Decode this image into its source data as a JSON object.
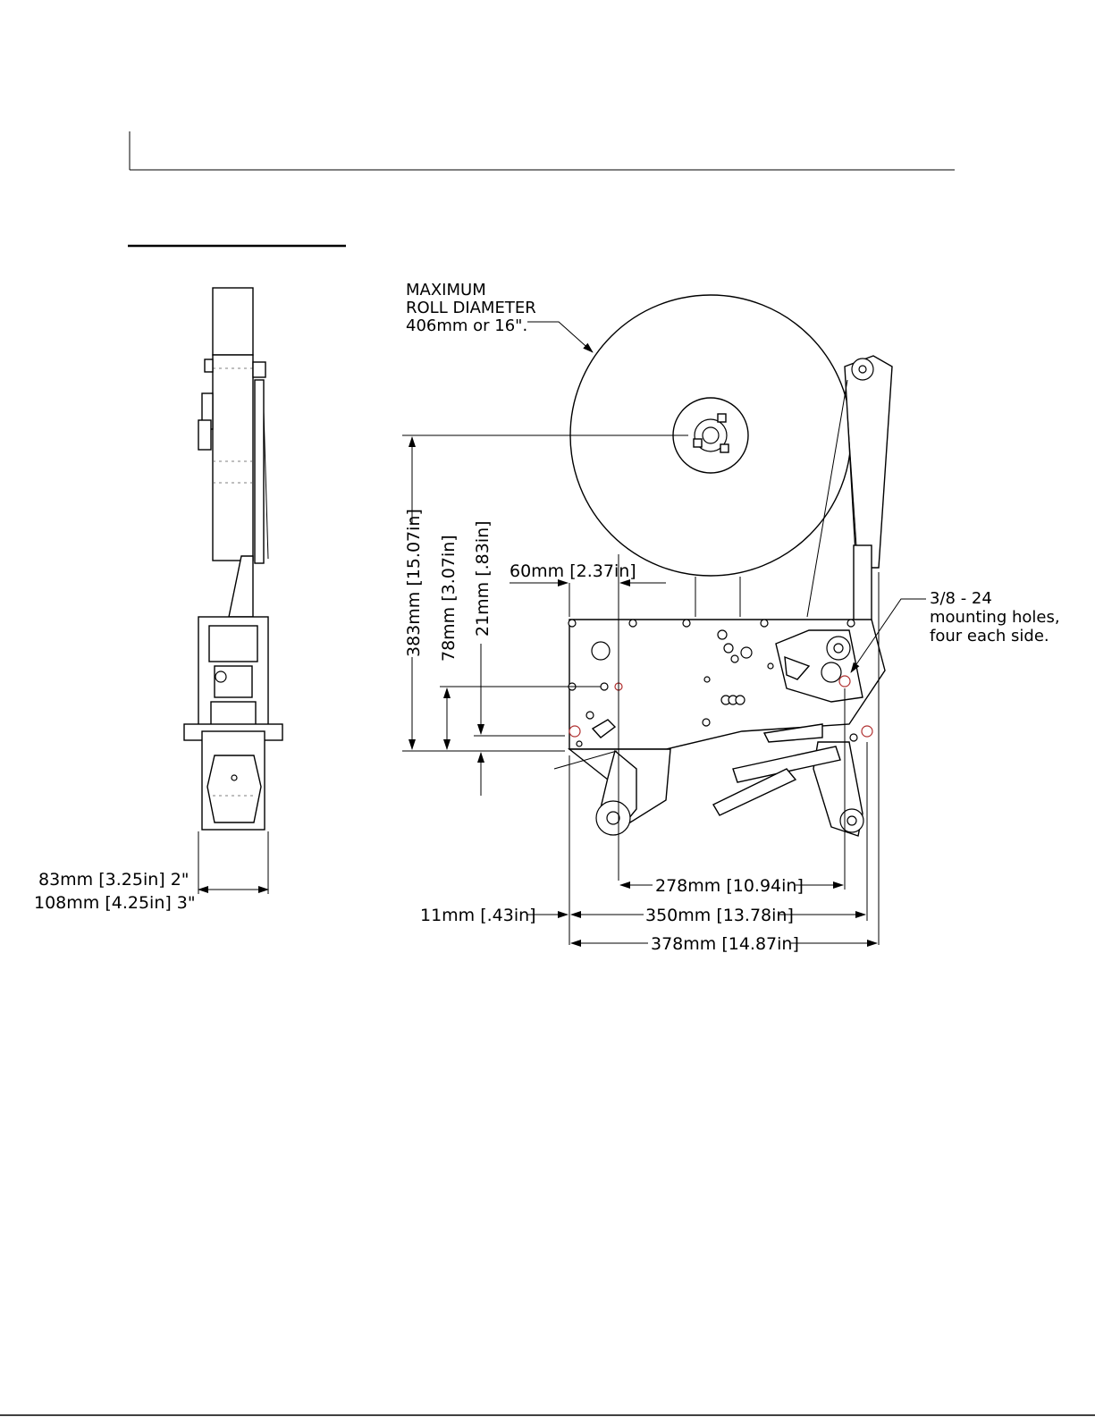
{
  "notes": {
    "max_roll_line1": "MAXIMUM",
    "max_roll_line2": "ROLL DIAMETER",
    "max_roll_line3": "406mm or 16\".",
    "holes_line1": "3/8 - 24",
    "holes_line2": "mounting holes,",
    "holes_line3": "four each side."
  },
  "dimensions": {
    "width_83": "83mm [3.25in]  2\"",
    "width_108": "108mm [4.25in] 3\"",
    "h_383": "383mm [15.07in]",
    "h_78": "78mm [3.07in]",
    "h_21": "21mm [.83in]",
    "w_60": "60mm [2.37in]",
    "w_278": "278mm [10.94in]",
    "w_11": "11mm [.43in]",
    "w_350": "350mm [13.78in]",
    "w_378": "378mm [14.87in]"
  },
  "colors": {
    "line": "#000000",
    "accent_hole": "#b03030"
  }
}
